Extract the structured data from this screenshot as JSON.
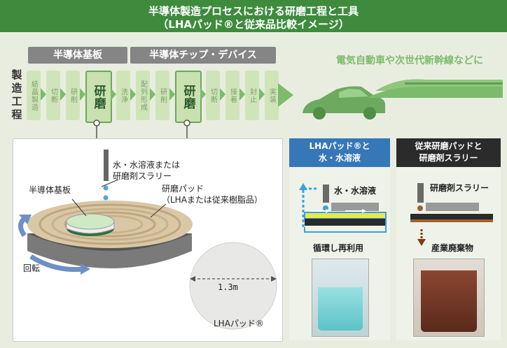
{
  "header": {
    "line1": "半導体製造プロセスにおける研磨工程と工具",
    "line2": "（LHAパッド®と従来品比較イメージ）"
  },
  "stages": {
    "substrate": "半導体基板",
    "chip": "半導体チップ・デバイス"
  },
  "process_label": [
    "製",
    "造",
    "工",
    "程"
  ],
  "steps": [
    {
      "label": "結晶製造",
      "big": false
    },
    {
      "label": "切断",
      "big": false
    },
    {
      "label": "研削",
      "big": false
    },
    {
      "label": "研磨",
      "big": true
    },
    {
      "label": "洗浄",
      "big": false
    },
    {
      "label": "配列形成",
      "big": false
    },
    {
      "label": "研削",
      "big": false
    },
    {
      "label": "研磨",
      "big": true
    },
    {
      "label": "切断",
      "big": false
    },
    {
      "label": "接着",
      "big": false
    },
    {
      "label": "封止",
      "big": false
    },
    {
      "label": "実装",
      "big": false
    }
  ],
  "vehicles_text": "電気自動車や次世代新幹線などに",
  "main_panel": {
    "water_line1": "水・水溶液または",
    "water_line2": "研磨剤スラリー",
    "substrate_label": "半導体基板",
    "pad_line1": "研磨パッド",
    "pad_line2": "（LHAまたは従来樹脂品）",
    "rotation": "回転",
    "size": "1.3m",
    "lha_pad": "LHAパッド®"
  },
  "lha_panel": {
    "title1": "LHAパッド®と",
    "title2": "水・水溶液",
    "water": "水・水溶液",
    "recycle": "循環し再利用",
    "color": "#3677b8"
  },
  "conv_panel": {
    "title1": "従来研磨パッドと",
    "title2": "研磨剤スラリー",
    "slurry": "研磨剤スラリー",
    "waste": "産業廃棄物",
    "color": "#2b2b2b"
  },
  "colors": {
    "header": "#3e8b3e",
    "accent_green": "#7cbb6c",
    "step_bg": "#cfe5b9"
  }
}
